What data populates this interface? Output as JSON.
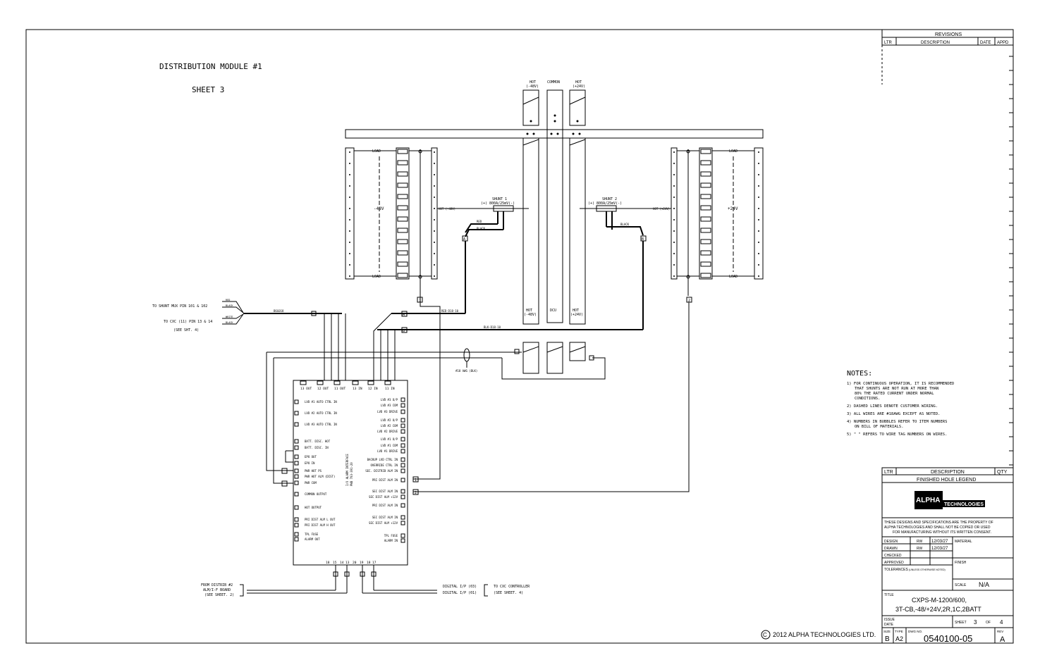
{
  "header": {
    "module_title": "DISTRIBUTION MODULE #1",
    "sheet_label": "SHEET 3"
  },
  "revisions": {
    "title": "REVISIONS",
    "col_ltr": "LTR",
    "col_desc": "DESCRIPTION",
    "col_date": "DATE",
    "col_appd": "APPD"
  },
  "top_labels": {
    "hot_48": [
      "HOT",
      "(-48V)"
    ],
    "common": "COMMON",
    "hot_24": [
      "HOT",
      "(+24V)"
    ],
    "bottom_hot_48": [
      "HOT",
      "(-48V)"
    ],
    "bottom_dcu": "DCU",
    "bottom_hot_24": [
      "HOT",
      "(+24V)"
    ]
  },
  "left_panel": {
    "load_top": "LOAD",
    "load_bottom": "LOAD",
    "voltage": "-48V",
    "hot_label": "HOT (-48V)"
  },
  "right_panel": {
    "load_top": "LOAD",
    "load_bottom": "LOAD",
    "voltage": "+24V",
    "hot_label": "HOT (+24V)"
  },
  "shunt1": {
    "name": "SHUNT 1",
    "rating": "(+) 800A/25mV(-)",
    "wire_red": "RED",
    "wire_black": "BLACK",
    "tag": "A"
  },
  "shunt2": {
    "name": "SHUNT 2",
    "rating": "(+) 800A/25mV(-)",
    "wire_black": "BLACK",
    "tag": "B"
  },
  "wiring": {
    "to_shunt_mux": "TO SHUNT MUX PIN 101 & 102",
    "to_cxc": "TO CXC (11) PIN 13 & 14",
    "see_sht4": "(SEE SHT. 4)",
    "red": "RED",
    "black": "BLACK",
    "white": "WHITE",
    "blk": "BLACK",
    "cable1": "B6G018",
    "cable_a": "RED-D18-10",
    "cable_b": "BLK-D18-10",
    "awg": "#18 AWG (BLK)",
    "tag1": "1",
    "tag2": "2"
  },
  "io_board": {
    "board_name": "I/O ALARM INTERFACE",
    "board_pn": "PWB 703-391-20",
    "top_pins": [
      "13 OUT",
      "12 OUT",
      "11 OUT",
      "13 IN",
      "12 IN",
      "11 IN"
    ],
    "left_items": [
      "LVD #1 AUTO CTRL IN",
      "LVD #2 AUTO CTRL IN",
      "LVD #3 AUTO CTRL IN",
      "BATT. DISC. HOT",
      "BATT. DISC. IN",
      "EPO OUT",
      "EPO IN",
      "PWR HOT PS",
      "PWR HOT ALM (DIST)",
      "PWR COM",
      "COMMON OUTPUT",
      "HOT OUTPUT",
      "PRI DIST ALM L OUT",
      "PRI DIST ALM H OUT",
      "TPL FUSE",
      "ALARM OUT"
    ],
    "right_items": [
      "LVD #3 O/P",
      "LVD #3 COM",
      "LVD #3 DRIVE",
      "LVD #2 O/P",
      "LVD #2 COM",
      "LVD #2 DRIVE",
      "LVD #1 O/P",
      "LVD #1 COM",
      "LVD #1 DRIVE",
      "BACKUP LVD CTRL IN",
      "OVERRIDE CTRL IN",
      "SEC. DISTRIB ALM IN",
      "PRI DIST ALM IN",
      "SEC DIST ALM IN",
      "SEC DIST ALM +12V",
      "PRI DIST ALM IN",
      "SEC DIST ALM IN",
      "SEC DIST ALM +12V",
      "TPL FUSE",
      "ALARM IN"
    ],
    "bottom_pins": [
      "18",
      "15",
      "14",
      "13",
      "20",
      "19",
      "18",
      "17"
    ]
  },
  "bottom_wiring": {
    "from_distrib": [
      "FROM DISTRIB #2",
      "ALM/I-F BOARD",
      "(SEE SHEET. 2)"
    ],
    "digital_1": "DIGITAL I/P (03)",
    "digital_2": "DIGITAL I/P (01)",
    "to_cxc_ctrl": "TO CXC CONTROLLER",
    "see_sheet4": "(SEE SHEET. 4)"
  },
  "notes": {
    "title": "NOTES:",
    "items": [
      [
        "1) FOR CONTINUOUS OPERATION, IT IS RECOMMENDED",
        "THAT SHUNTS ARE NOT RUN AT MORE THAN",
        "80% THE RATED CURRENT UNDER NORMAL",
        "CONDITIONS."
      ],
      [
        "2) DASHED LINES DENOTE CUSTOMER WIRING."
      ],
      [
        "3) ALL WIRES ARE #18AWG EXCEPT AS NOTED."
      ],
      [
        "4) NUMBERS IN BUBBLES REFER TO ITEM NUMBERS",
        "ON BILL OF MATERIALS."
      ],
      [
        "5) \" \" REFERS TO WIRE TAG NUMBERS ON WIRES."
      ]
    ]
  },
  "title_block": {
    "col_ltr": "LTR",
    "col_desc": "DESCRIPTION",
    "col_qty": "QTY",
    "legend": "FINISHED HOLE LEGEND",
    "logo_text": "ALPHA",
    "logo_sub": "TECHNOLOGIES",
    "disclaimer": [
      "THESE DESIGNS AND SPECIFICATIONS ARE THE PROPERTY OF",
      "ALPHA TECHNOLOGIES AND SHALL NOT BE COPIED OR USED",
      "FOR MANUFACTURING WITHOUT ITS WRITTEN CONSENT."
    ],
    "design_label": "DESIGN",
    "design_by": "RW",
    "design_date": "12/03/27",
    "drawn_label": "DRAWN",
    "drawn_by": "RW",
    "drawn_date": "12/03/27",
    "checked_label": "CHECKED",
    "approved_label": "APPROVED",
    "tolerances_label": "TOLERANCES",
    "tolerances_note": "(UNLESS OTHERWISE NOTED)",
    "material_label": "MATERIAL",
    "finish_label": "FINISH",
    "scale_label": "SCALE",
    "scale_value": "N/A",
    "title_label": "TITLE",
    "title_line1": "CXPS-M-1200/600,",
    "title_line2": "3T-CB,-48/+24V,2R,1C,2BATT",
    "issue_label": "ISSUE",
    "date_label": "DATE",
    "sheet_label": "SHEET",
    "sheet_num": "3",
    "sheet_of": "OF",
    "sheet_total": "4",
    "size_label": "SIZE",
    "size_value": "B",
    "type_label": "TYPE",
    "type_value": "A2",
    "dwg_label": "DWG NO.",
    "dwg_no": "0540100-05",
    "rev_label": "REV",
    "rev_value": "A"
  },
  "copyright": "2012 ALPHA TECHNOLOGIES LTD."
}
